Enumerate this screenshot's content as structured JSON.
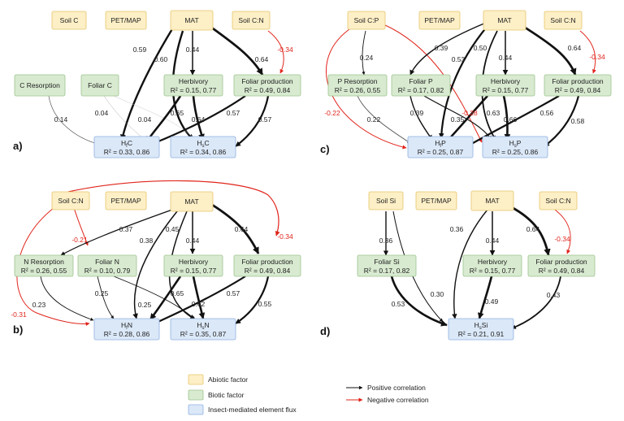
{
  "colors": {
    "abiotic_fill": "#fdefc6",
    "abiotic_stroke": "#e5c56b",
    "biotic_fill": "#d8ead0",
    "biotic_stroke": "#9dc48e",
    "flux_fill": "#dbe8f8",
    "flux_stroke": "#8fb0df",
    "positive": "#111111",
    "negative": "#e0241b"
  },
  "panels": {
    "a": {
      "label": "a)",
      "nodes": {
        "soil_c": "Soil C",
        "pet_map": "PET/MAP",
        "mat": "MAT",
        "soil_cn": "Soil C:N",
        "c_resorption": "C Resorption",
        "foliar_c": "Foliar C",
        "herbivory": [
          "Herbivory",
          "R² = 0.15, 0.77"
        ],
        "foliar_production": [
          "Foliar production",
          "R² = 0.49, 0.84"
        ],
        "hfc": [
          "HfC",
          "R² = 0.33, 0.86"
        ],
        "hsc": [
          "HsC",
          "R² = 0.34, 0.86"
        ]
      },
      "coefficients": [
        "0.59",
        "0.60",
        "0.44",
        "0.64",
        "-0.34",
        "0.14",
        "0.04",
        "0.04",
        "0.65",
        "0.64",
        "0.57",
        "0.57"
      ]
    },
    "b": {
      "label": "b)",
      "nodes": {
        "soil_cn": "Soil C:N",
        "pet_map": "PET/MAP",
        "mat": "MAT",
        "n_resorption": [
          "N Resorption",
          "R² = 0.26, 0.55"
        ],
        "foliar_n": [
          "Foliar N",
          "R² = 0.10, 0.79"
        ],
        "herbivory": [
          "Herbivory",
          "R² = 0.15, 0.77"
        ],
        "foliar_production": [
          "Foliar production",
          "R² = 0.49, 0.84"
        ],
        "hfn": [
          "HfN",
          "R² = 0.28, 0.86"
        ],
        "hsn": [
          "HsN",
          "R² = 0.35, 0.87"
        ]
      },
      "coefficients": [
        "-0.21",
        "0.37",
        "0.38",
        "0.45",
        "0.44",
        "0.64",
        "-0.34",
        "-0.31",
        "0.23",
        "0.25",
        "0.25",
        "0.65",
        "0.62",
        "0.57",
        "0.55"
      ]
    },
    "c": {
      "label": "c)",
      "nodes": {
        "soil_cp": "Soil C:P",
        "pet_map": "PET/MAP",
        "mat": "MAT",
        "soil_cn": "Soil C:N",
        "p_resorption": [
          "P Resorption",
          "R² = 0.26, 0.55"
        ],
        "foliar_p": [
          "Foliar P",
          "R² = 0.17, 0.82"
        ],
        "herbivory": [
          "Herbivory",
          "R² = 0.15, 0.77"
        ],
        "foliar_production": [
          "Foliar production",
          "R² = 0.49, 0.84"
        ],
        "hfp": [
          "HfP",
          "R² = 0.25, 0.87"
        ],
        "hsp": [
          "HsP",
          "R² = 0.25, 0.86"
        ]
      },
      "coefficients": [
        "0.24",
        "0.39",
        "0.53",
        "0.50",
        "0.44",
        "0.64",
        "-0.34",
        "-0.22",
        "0.22",
        "0.39",
        "0.35",
        "-0.28",
        "0.63",
        "0.66",
        "0.56",
        "0.58"
      ]
    },
    "d": {
      "label": "d)",
      "nodes": {
        "soil_si": "Soil Si",
        "pet_map": "PET/MAP",
        "mat": "MAT",
        "soil_cn": "Soil C:N",
        "foliar_si": [
          "Foliar Si",
          "R² = 0.17, 0.82"
        ],
        "herbivory": [
          "Herbivory",
          "R² = 0.15, 0.77"
        ],
        "foliar_production": [
          "Foliar production",
          "R² = 0.49, 0.84"
        ],
        "hssi": [
          "HsSi",
          "R² = 0.21, 0.91"
        ]
      },
      "coefficients": [
        "0.36",
        "0.36",
        "0.44",
        "0.64",
        "-0.34",
        "0.30",
        "0.53",
        "0.49",
        "0.43"
      ]
    }
  },
  "legend": {
    "abiotic": "Abiotic factor",
    "biotic": "Biotic factor",
    "flux": "Insect-mediated element flux",
    "positive": "Positive correlation",
    "negative": "Negative correlation"
  }
}
